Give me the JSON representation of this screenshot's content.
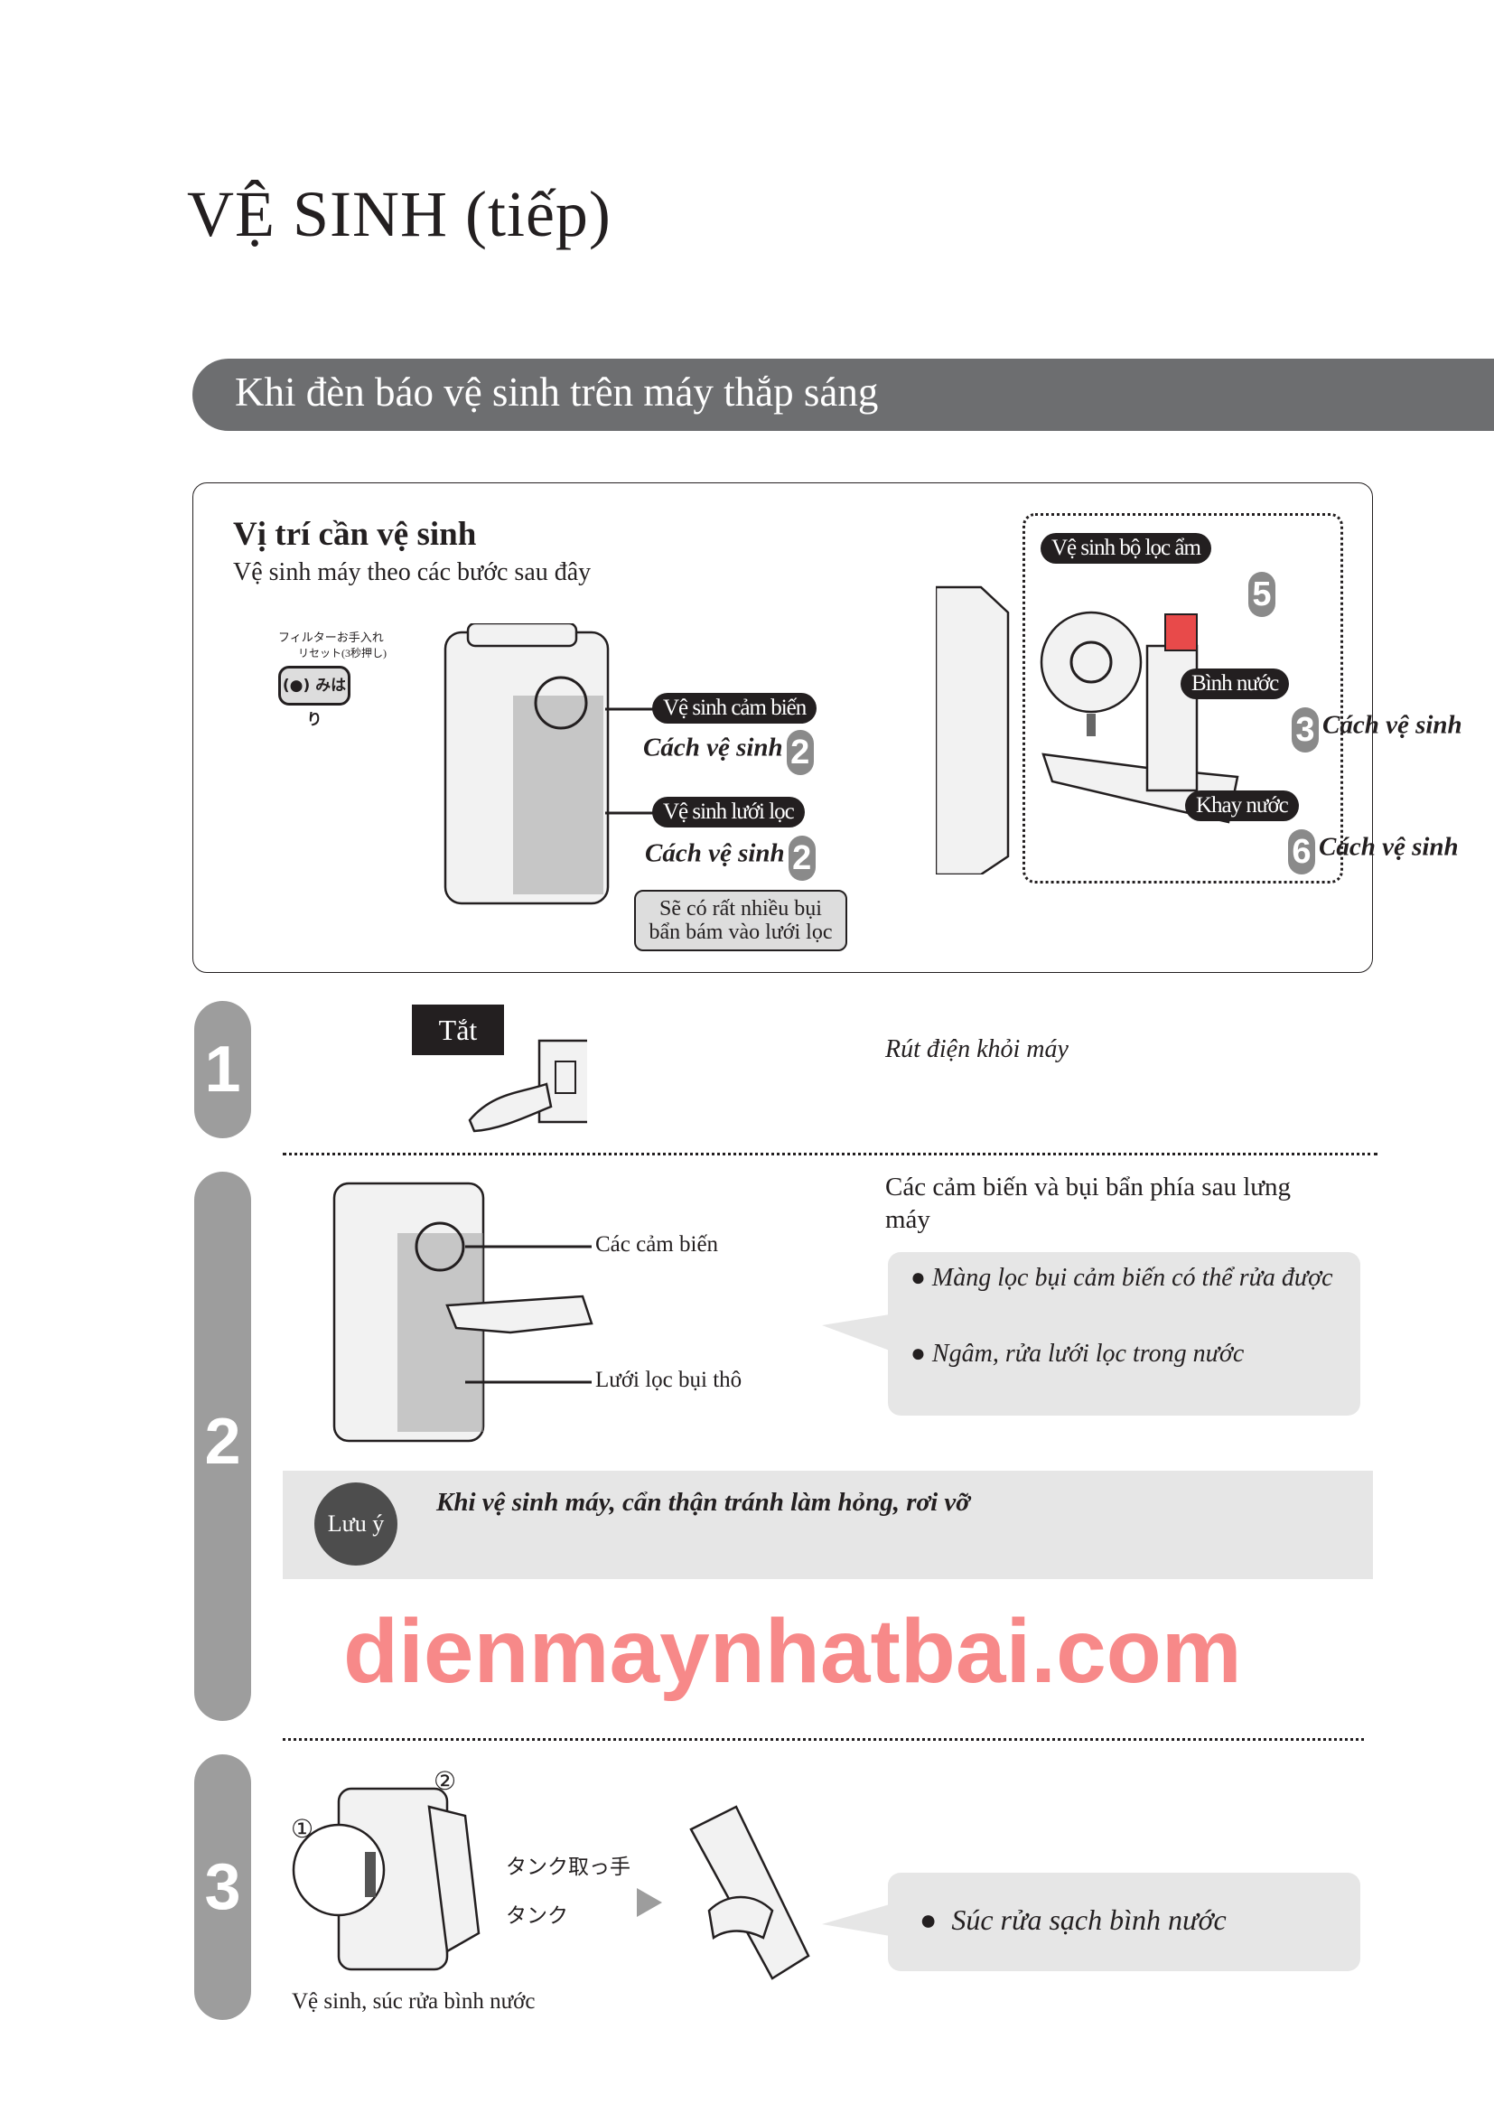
{
  "page_title": "VỆ SINH (tiếp)",
  "banner": "Khi đèn báo vệ sinh trên máy thắp sáng",
  "location_box": {
    "heading": "Vị trí cần vệ sinh",
    "subheading": "Vệ sinh máy theo các bước sau đây",
    "panel": {
      "line1": "フィルターお手入れ",
      "line2": "リセット(3秒押し)",
      "button": "(●) みはり"
    },
    "callouts": [
      {
        "label": "Vệ sinh cảm biến",
        "method": "Cách vệ sinh",
        "step": "2"
      },
      {
        "label": "Vệ sinh lưới lọc",
        "method": "Cách vệ sinh",
        "step": "2"
      }
    ],
    "dust_note_1": "Sẽ có rất nhiều bụi",
    "dust_note_2": "bẩn bám vào lưới lọc",
    "right_callouts": {
      "humidifier": {
        "label": "Vệ sinh bộ lọc ẩm",
        "step": "5"
      },
      "tank": {
        "label": "Bình nước",
        "step": "3",
        "method": "Cách vệ sinh"
      },
      "tray": {
        "label": "Khay nước",
        "step": "6",
        "method": "Cách vệ sinh"
      }
    }
  },
  "steps": [
    {
      "number": "1",
      "off_label": "Tắt",
      "instruction": "Rút điện khỏi máy"
    },
    {
      "number": "2",
      "heading": "Các cảm biến và bụi bẩn phía sau lưng máy",
      "label_sensors": "Các cảm biến",
      "label_mesh": "Lưới lọc bụi thô",
      "bullets": [
        "Màng lọc bụi cảm biến có thể rửa được",
        "Ngâm, rửa lưới lọc trong nước"
      ],
      "note_badge": "Lưu ý",
      "note": "Khi vệ sinh máy, cẩn thận tránh làm hỏng, rơi vỡ"
    },
    {
      "number": "3",
      "label_handle": "タンク取っ手",
      "label_tank": "タンク",
      "circle1": "①",
      "circle2": "②",
      "caption": "Vệ sinh, súc rửa bình nước",
      "bullet": "Súc rửa sạch bình nước"
    }
  ],
  "watermark": "dienmaynhatbai.com"
}
